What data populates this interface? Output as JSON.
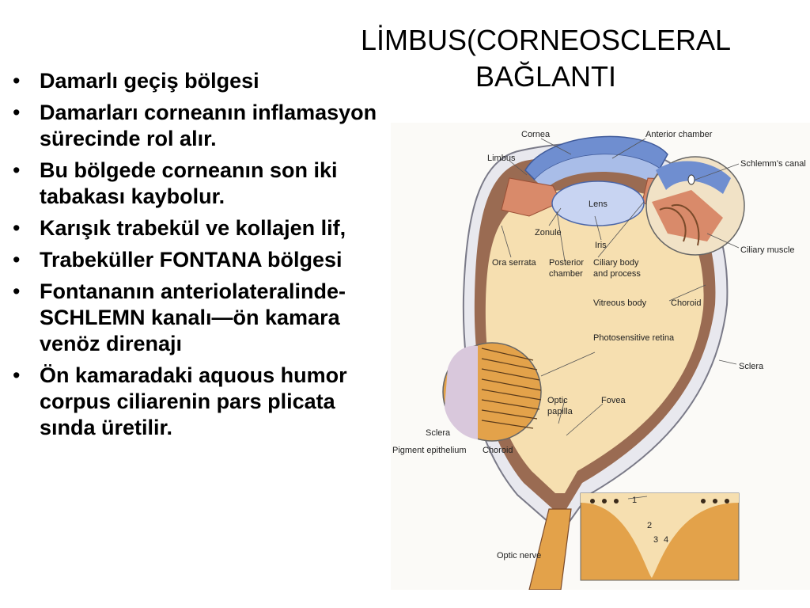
{
  "slide": {
    "title_line1": "LİMBUS(CORNEOSCLERAL",
    "title_line2": "BAĞLANTI",
    "bullet_char": "•",
    "bullets": [
      "Damarlı geçiş bölgesi",
      "Damarları corneanın inflamasyon sürecinde rol alır.",
      "Bu bölgede corneanın son iki tabakası kaybolur.",
      "Karışık trabekül ve kollajen lif,",
      "Trabeküller FONTANA bölgesi",
      "Fontananın anteriolateralinde-SCHLEMN kanalı—ön kamara venöz direnajı",
      "Ön kamaradaki aquous humor corpus ciliarenin pars plicata sında üretilir."
    ]
  },
  "figure": {
    "labels": {
      "cornea": "Cornea",
      "anterior_chamber": "Anterior chamber",
      "schlemms_canal": "Schlemm's canal",
      "limbus": "Limbus",
      "lens": "Lens",
      "zonule": "Zonule",
      "iris": "Iris",
      "ciliary_muscle": "Ciliary muscle",
      "ora_serrata": "Ora serrata",
      "posterior_chamber_1": "Posterior",
      "posterior_chamber_2": "chamber",
      "ciliary_body_1": "Ciliary body",
      "ciliary_body_2": "and process",
      "vitreous_body": "Vitreous body",
      "choroid": "Choroid",
      "photosensitive_retina": "Photosensitive retina",
      "sclera": "Sclera",
      "optic_papilla_1": "Optic",
      "optic_papilla_2": "papilla",
      "fovea": "Fovea",
      "sclera_2": "Sclera",
      "pigment_epithelium": "Pigment epithelium",
      "choroid_2": "Choroid",
      "optic_nerve": "Optic nerve",
      "n1": "1",
      "n2": "2",
      "n3": "3",
      "n4": "4"
    },
    "colors": {
      "vitreous": "#f6dfb0",
      "sclera": "#e8e8ee",
      "choroid": "#9a6b52",
      "cornea_blue": "#6f8ed0",
      "lens_blue": "#c8d4f2",
      "iris": "#d98a6a",
      "retina_orange": "#e3a24a"
    }
  }
}
